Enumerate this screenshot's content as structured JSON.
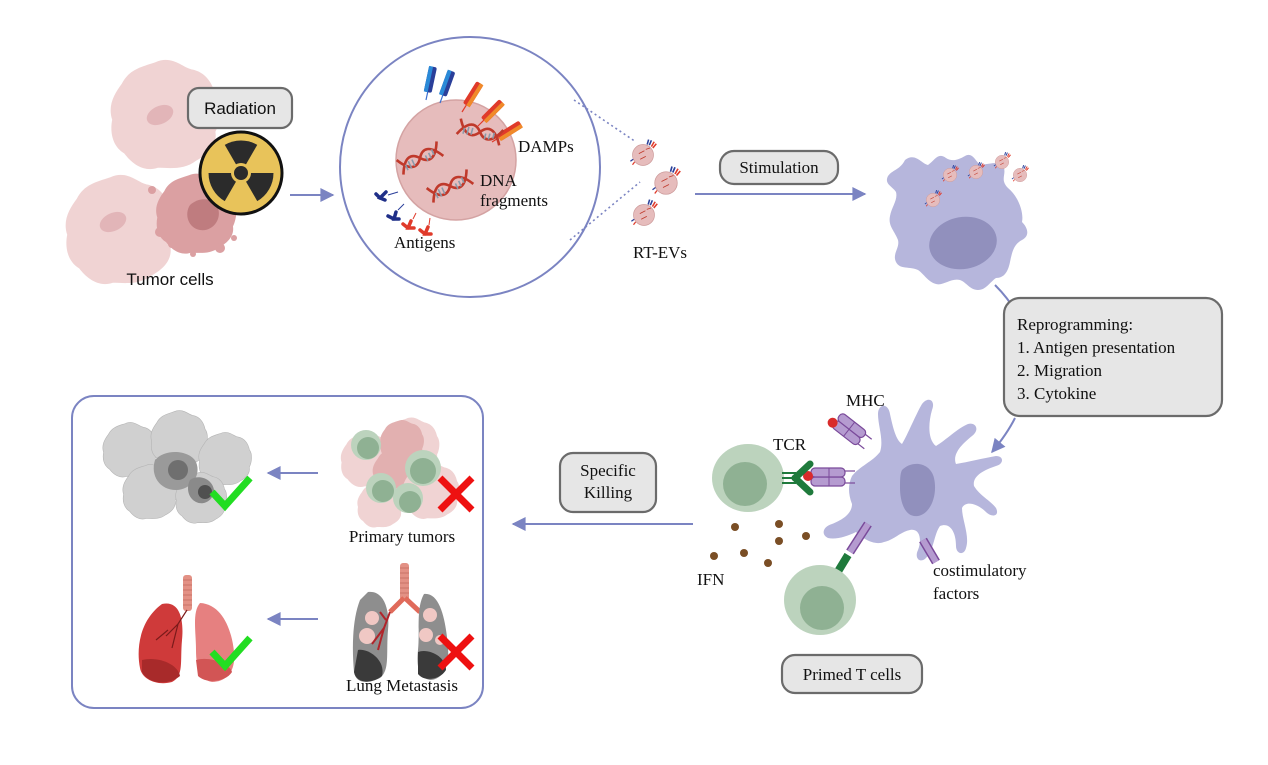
{
  "title": "Radiotherapy-derived extracellular vesicles (RT-EVs) reprogram dendritic cells to prime T cells",
  "colors": {
    "arrow": "#7b84c2",
    "tumor_cell": "#e9c4c4",
    "tumor_nucleus": "#c98f92",
    "radiation_symbol": "#e8c35a",
    "ev_body": "#e6bcbc",
    "dendritic_cell": "#b6b6dc",
    "dc_nucleus": "#9190bd",
    "t_cell": "#bcd3bd",
    "t_cell_nucleus": "#8fb193",
    "tcr": "#1f7a3c",
    "mhc": "#b59bd0",
    "ifn_dot": "#7a4e25",
    "check": "#22dd22",
    "cross": "#ee1111",
    "callout_fill": "#e6e6e6"
  },
  "stages": {
    "tumor": {
      "label": "Tumor cells",
      "callout": "Radiation",
      "icon": "radiation-icon"
    },
    "ev_zoom": {
      "labels": {
        "damps": "DAMPs",
        "dna_line1": "DNA",
        "dna_line2": "fragments",
        "antigens": "Antigens"
      }
    },
    "rt_evs": {
      "label": "RT-EVs",
      "count": 3
    },
    "stimulation": {
      "callout": "Stimulation"
    },
    "reprogramming": {
      "title": "Reprogramming:",
      "items": [
        "1. Antigen presentation",
        "2. Migration",
        "3. Cytokine"
      ]
    },
    "priming": {
      "labels": {
        "mhc": "MHC",
        "tcr": "TCR",
        "ifn": "IFN",
        "costim_line1": "costimulatory",
        "costim_line2": "factors"
      },
      "callout": "Primed T cells"
    },
    "killing": {
      "callout_line1": "Specific",
      "callout_line2": "Killing"
    },
    "outcomes": [
      {
        "label": "Primary tumors",
        "before_status": "cross",
        "after_status": "check"
      },
      {
        "label": "Lung Metastasis",
        "before_status": "cross",
        "after_status": "check"
      }
    ]
  }
}
